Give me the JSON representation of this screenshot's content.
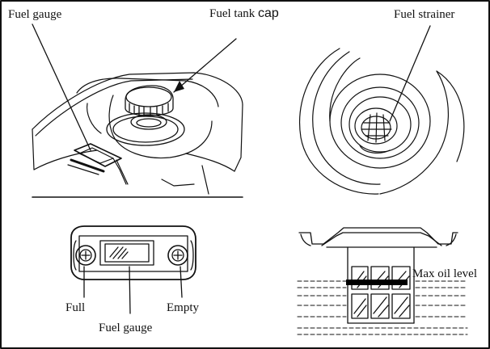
{
  "labels": {
    "fuel_gauge_top": "Fuel gauge",
    "fuel_tank_prefix": "Fuel tank",
    "fuel_tank_cap": "cap",
    "fuel_strainer": "Fuel strainer",
    "max_oil_level": "Max oil level",
    "full": "Full",
    "empty": "Empty",
    "fuel_gauge_bottom": "Fuel gauge"
  },
  "colors": {
    "ink": "#111111",
    "level_bar": "#000000",
    "background": "#ffffff"
  }
}
